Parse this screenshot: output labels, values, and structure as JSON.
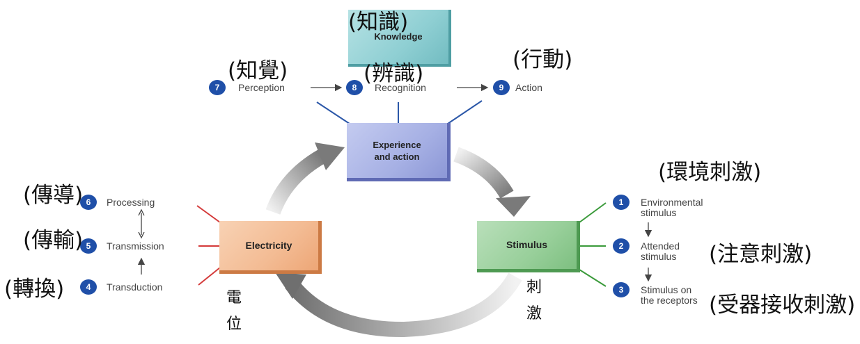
{
  "boxes": {
    "knowledge": "Knowledge",
    "experience": "Experience and action",
    "electricity": "Electricity",
    "stimulus": "Stimulus"
  },
  "top_steps": [
    {
      "num": "7",
      "label": "Perception"
    },
    {
      "num": "8",
      "label": "Recognition"
    },
    {
      "num": "9",
      "label": "Action"
    }
  ],
  "left_steps": [
    {
      "num": "6",
      "label": "Processing"
    },
    {
      "num": "5",
      "label": "Transmission"
    },
    {
      "num": "4",
      "label": "Transduction"
    }
  ],
  "right_steps": [
    {
      "num": "1",
      "label": "Environmental stimulus"
    },
    {
      "num": "2",
      "label": "Attended stimulus"
    },
    {
      "num": "3",
      "label": "Stimulus on the receptors"
    }
  ],
  "chinese_annotations": {
    "knowledge": "(知識)",
    "perception": "(知覺)",
    "recognition": "(辨識)",
    "action": "(行動)",
    "environmental": "(環境刺激)",
    "attended": "(注意刺激)",
    "receptors": "(受器接收刺激)",
    "processing": "(傳導)",
    "transmission": "(傳輸)",
    "transduction": "(轉換)",
    "electric_potential": "電位",
    "stimulation": "刺激"
  },
  "colors": {
    "top_lines": "#2b57a8",
    "left_lines": "#d43a3a",
    "right_lines": "#3a9a3a",
    "cycle_arrows": "#8a8a8a",
    "badge": "#1f4fa8"
  }
}
